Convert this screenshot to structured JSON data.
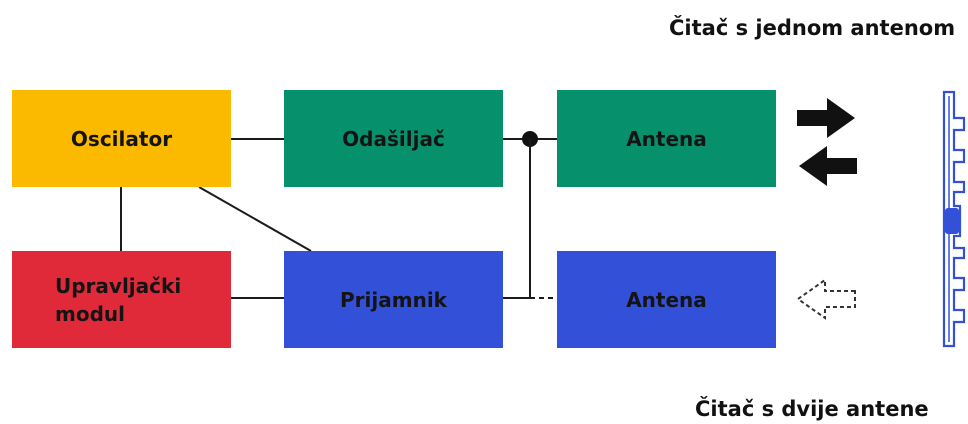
{
  "captions": {
    "single": "Čitač s jednom antenom",
    "dual": "Čitač s dvije antene"
  },
  "blocks": {
    "oscillator": {
      "label": "Oscilator",
      "color": "#FBB900"
    },
    "transmitter": {
      "label": "Odašiljač",
      "color": "#07906C"
    },
    "antenna_tx": {
      "label": "Antena",
      "color": "#07906C"
    },
    "control": {
      "line1": "Upravljački",
      "line2": "modul",
      "color": "#E02A3A"
    },
    "receiver": {
      "label": "Prijamnik",
      "color": "#3350D8"
    },
    "antenna_rx": {
      "label": "Antena",
      "color": "#3350D8"
    }
  },
  "icons": {
    "bidirectional": "double-arrow-icon",
    "incoming": "dashed-arrow-left-icon",
    "tag": "rfid-tag-icon"
  },
  "colors": {
    "line": "#1a1a1a",
    "tag": "#3350D8"
  }
}
